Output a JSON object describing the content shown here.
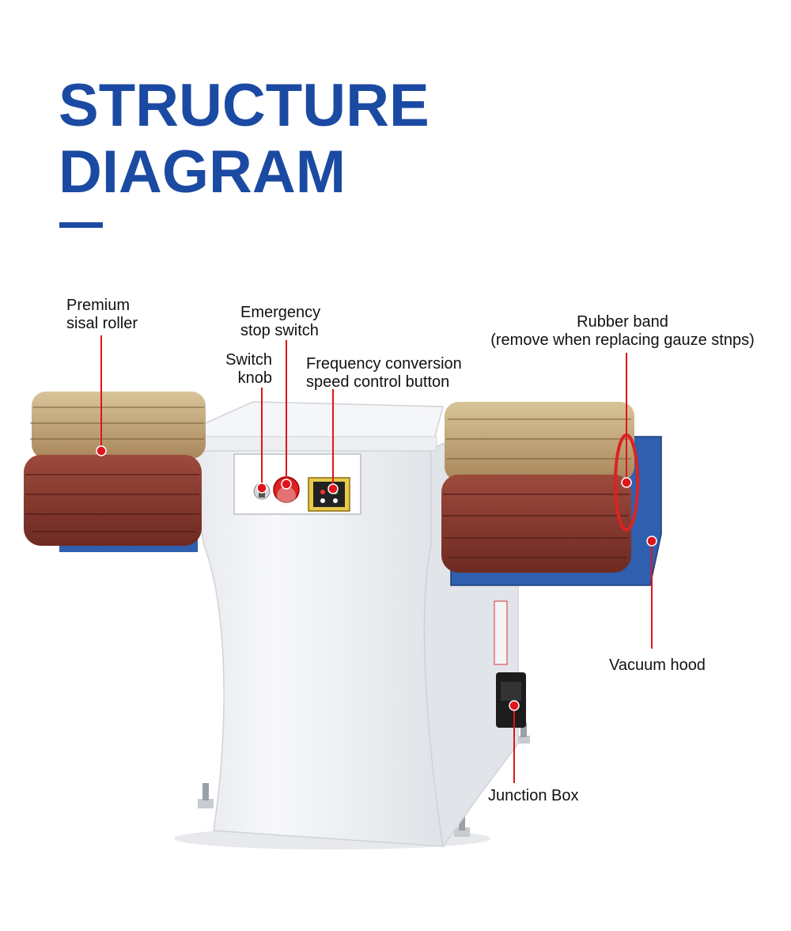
{
  "title": {
    "line1": "STRUCTURE",
    "line2": "DIAGRAM"
  },
  "colors": {
    "title": "#1b4aa3",
    "callout": "#e0141b",
    "machine_body": "#f3f4f6",
    "hood": "#2f5fae",
    "sisal": "#c9a878",
    "abrasive": "#8a3a30"
  },
  "labels": {
    "premium_sisal_roller": {
      "line1": "Premium",
      "line2": "sisal roller"
    },
    "emergency_stop_switch": {
      "line1": "Emergency",
      "line2": "stop switch"
    },
    "switch_knob": {
      "line1": "Switch",
      "line2": "knob"
    },
    "frequency_conversion": {
      "line1": "Frequency conversion",
      "line2": "speed control button"
    },
    "rubber_band": {
      "line1": "Rubber band",
      "line2": "(remove when replacing gauze stnps)"
    },
    "vacuum_hood": {
      "line1": "Vacuum hood"
    },
    "junction_box": {
      "line1": "Junction Box"
    }
  }
}
